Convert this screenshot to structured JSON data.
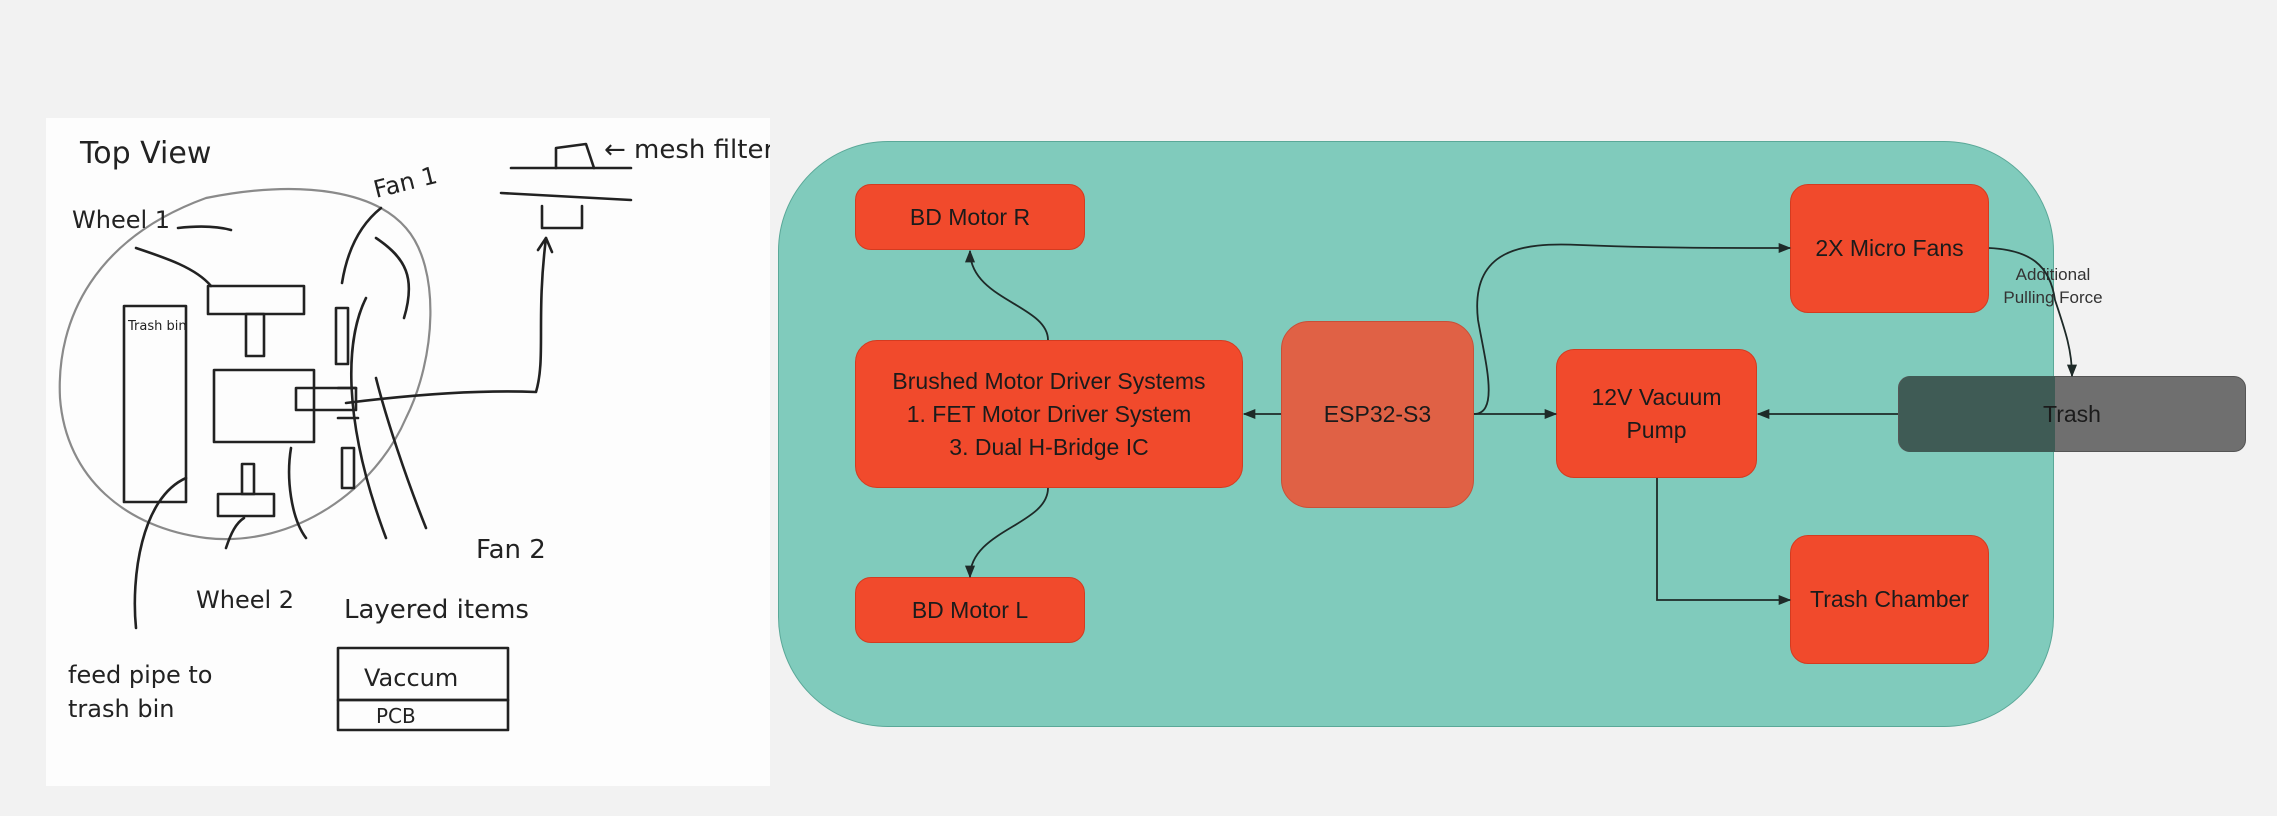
{
  "sketch": {
    "title": "Top View",
    "wheel1": "Wheel 1",
    "wheel2": "Wheel 2",
    "fan1": "Fan 1",
    "fan2": "Fan 2",
    "trash_bin": "Trash bin",
    "mesh_filter": "← mesh filter",
    "layered_items": "Layered items",
    "feed_pipe": "feed pipe to\ntrash bin",
    "vaccum": "Vaccum",
    "pcb": "PCB"
  },
  "diagram": {
    "nodes": {
      "bd_motor_r": "BD Motor R",
      "bd_motor_l": "BD Motor L",
      "driver": "Brushed Motor Driver Systems\n1. FET Motor Driver System\n3. Dual H-Bridge IC",
      "esp32": "ESP32-S3",
      "vacuum_pump": "12V Vacuum\nPump",
      "micro_fans": "2X Micro Fans",
      "trash": "Trash",
      "trash_chamber": "Trash Chamber"
    },
    "edge_label": "Additional\nPulling Force",
    "colors": {
      "container": "#80cbbc",
      "block": "#f14a2c",
      "esp32": "#e06145",
      "trash": "#6f6f6f",
      "canvas": "#f2f2f2"
    }
  }
}
